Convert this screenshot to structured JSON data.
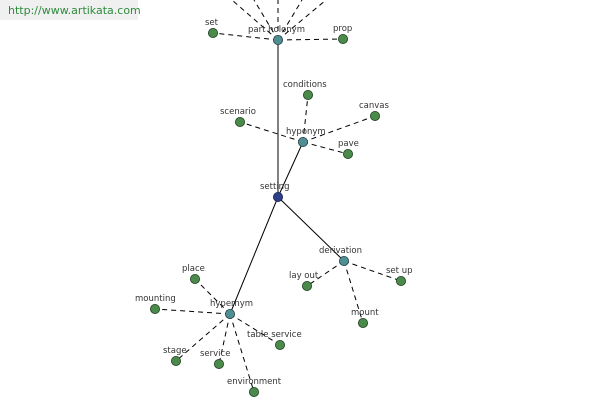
{
  "watermark": "http://www.artikata.com",
  "graph": {
    "root": "setting",
    "relations": [
      "part holonym",
      "hyponym",
      "derivation",
      "hypernym"
    ],
    "words": {
      "part holonym": [
        "set",
        "prop"
      ],
      "hyponym": [
        "conditions",
        "scenario",
        "canvas",
        "pave"
      ],
      "derivation": [
        "lay out",
        "set up",
        "mount"
      ],
      "hypernym": [
        "place",
        "mounting",
        "stage",
        "service",
        "environment",
        "table service"
      ]
    }
  },
  "colors": {
    "leaf": "#4a8a4a",
    "relation": "#4f8f94",
    "root": "#2e3f8a"
  }
}
